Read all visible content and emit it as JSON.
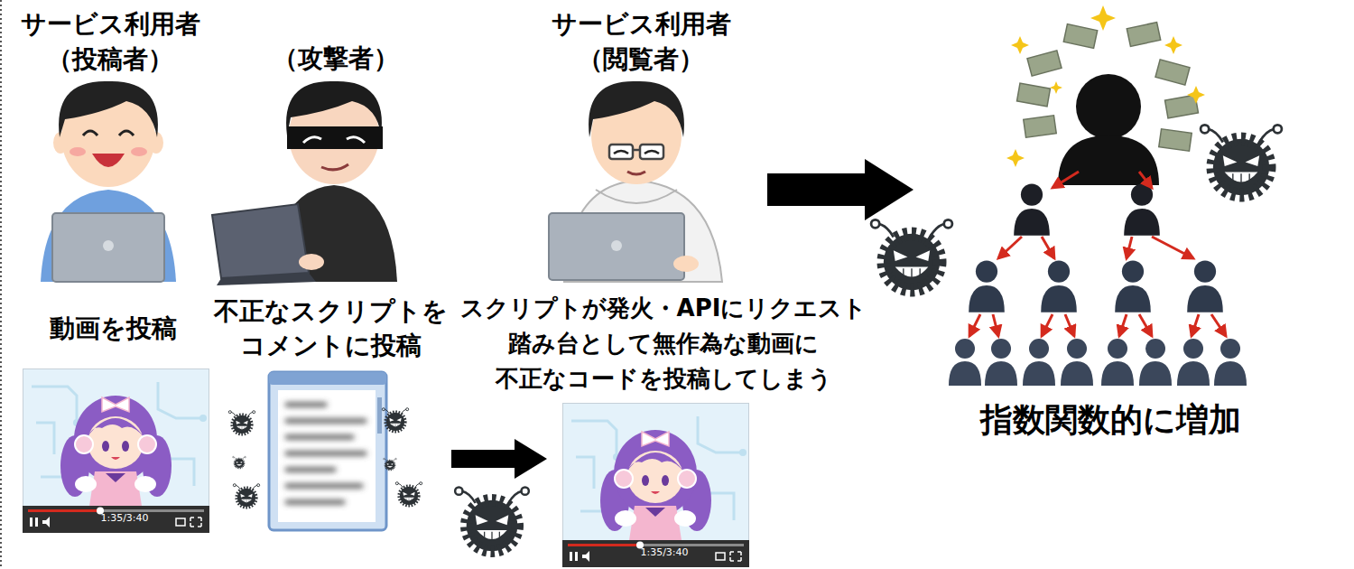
{
  "diagram": {
    "labels": [
      "サービス利用者 （投稿者）",
      "（攻撃者）",
      "サービス利用者 （閲覧者）",
      "動画を投稿",
      "不正なスクリプトを コメントに投稿",
      "スクリプトが発火・APIにリクエスト 踏み台として無作為な動画に 不正なコードを投稿してしまう",
      "1:35/3:40",
      "1:35/3:40",
      "指数関数的に増加"
    ]
  }
}
